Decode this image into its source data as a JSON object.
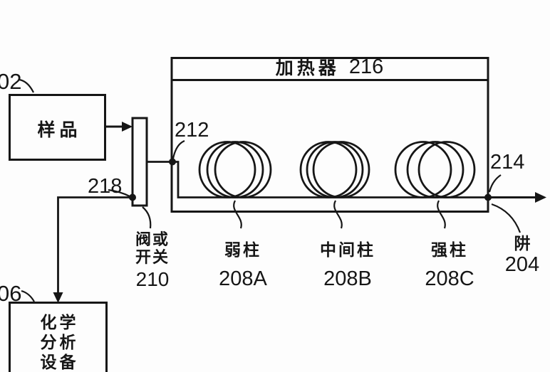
{
  "figure": {
    "bg_color": "#fdfdfd",
    "ink_color": "#161616",
    "sample": {
      "label": "样品",
      "ref": "02"
    },
    "valve": {
      "line1": "阀或",
      "line2": "开关",
      "ref": "210"
    },
    "heater": {
      "label": "加热器",
      "ref": "216"
    },
    "columns": [
      {
        "name": "弱柱",
        "ref": "208A"
      },
      {
        "name": "中间柱",
        "ref": "208B"
      },
      {
        "name": "强柱",
        "ref": "208C"
      }
    ],
    "nodes": {
      "inlet": "212",
      "branch": "218",
      "outlet": "214"
    },
    "trap": {
      "label": "阱",
      "ref": "204"
    },
    "analyzer": {
      "line1": "化学",
      "line2": "分析",
      "line3": "设备",
      "ref": "06"
    }
  }
}
